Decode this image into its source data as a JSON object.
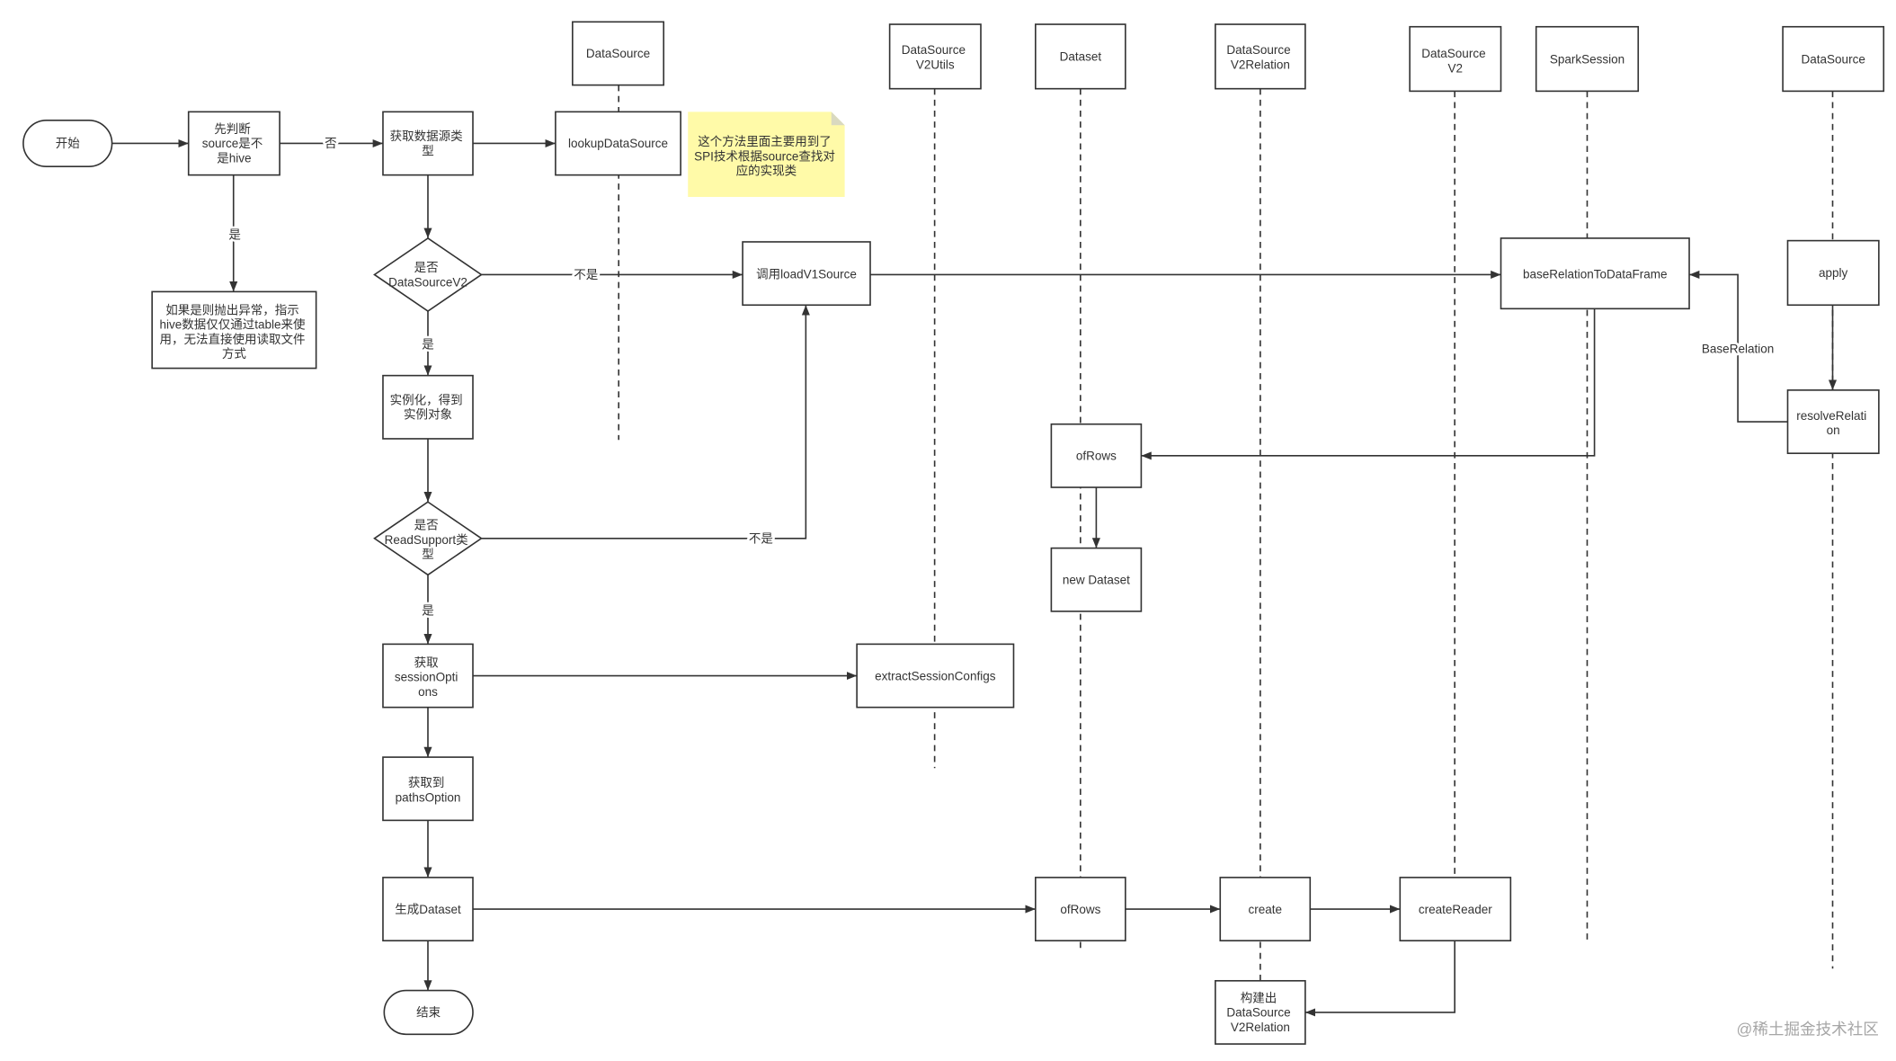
{
  "colors": {
    "stroke": "#333333",
    "note_fill": "#fffaa8",
    "note_fold": "#d9d9c0",
    "watermark": "#a6a6a6"
  },
  "flow": {
    "start": "开始",
    "check_hive": [
      "先判断",
      "source是不",
      "是hive"
    ],
    "hive_error": [
      "如果是则抛出异常，指示",
      "hive数据仅仅通过table来使",
      "用，无法直接使用读取文件",
      "方式"
    ],
    "get_source_type": [
      "获取数据源类",
      "型"
    ],
    "is_v2": [
      "是否",
      "DataSourceV2"
    ],
    "instantiate": [
      "实例化，得到",
      "实例对象"
    ],
    "is_read_support": [
      "是否",
      "ReadSupport类",
      "型"
    ],
    "get_session_options": [
      "获取",
      "sessionOpti",
      "ons"
    ],
    "get_paths_option": [
      "获取到",
      "pathsOption"
    ],
    "generate_dataset": "生成Dataset",
    "end": "结束"
  },
  "edge_labels": {
    "not_hive": "否",
    "is_hive": "是",
    "v1_branch": "不是",
    "v2_branch": "是",
    "not_read_support": "不是",
    "read_support": "是",
    "base_relation": "BaseRelation"
  },
  "lifelines": [
    {
      "header": [
        "DataSource"
      ]
    },
    {
      "header": [
        "DataSource",
        "V2Utils"
      ]
    },
    {
      "header": [
        "Dataset"
      ]
    },
    {
      "header": [
        "DataSource",
        "V2Relation"
      ]
    },
    {
      "header": [
        "DataSource",
        "V2"
      ]
    },
    {
      "header": [
        "SparkSession"
      ]
    },
    {
      "header": [
        "DataSource"
      ]
    }
  ],
  "calls": {
    "lookup_data_source": "lookupDataSource",
    "load_v1_source": "调用loadV1Source",
    "base_relation_to_dataframe": "baseRelationToDataFrame",
    "apply": "apply",
    "resolve_relation": [
      "resolveRelati",
      "on"
    ],
    "of_rows_v1": "ofRows",
    "new_dataset": "new Dataset",
    "extract_session_configs": "extractSessionConfigs",
    "of_rows_v2": "ofRows",
    "create": "create",
    "create_reader": "createReader",
    "build_v2_relation": [
      "构建出",
      "DataSource",
      "V2Relation"
    ]
  },
  "note": [
    "这个方法里面主要用到了",
    "SPI技术根据source查找对",
    "应的实现类"
  ],
  "watermark": "@稀土掘金技术社区"
}
